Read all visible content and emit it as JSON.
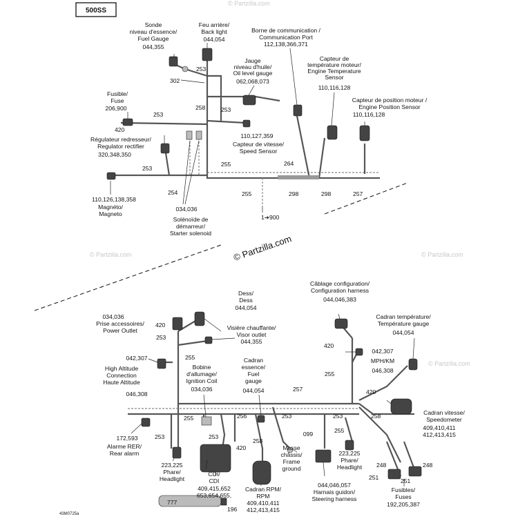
{
  "badge": "500SS",
  "image_code": "43M0725a",
  "watermark_center": "© Partzilla.com",
  "watermark_small": "© Partzilla.com",
  "top": {
    "sonde": [
      "Sonde",
      "niveau d'essence/",
      "Fuel Gauge",
      "044,355"
    ],
    "feu": [
      "Feu arrière/",
      "Back light",
      "044,054"
    ],
    "borne": [
      "Borne de communication /",
      "Communication Port",
      "112,138,366,371"
    ],
    "jauge": [
      "Jauge",
      "niveau d'huile/",
      "Oil level gauge",
      "062,068,073"
    ],
    "capteur_temp": [
      "Capteur de",
      "température moteur/",
      "Engine Temperature",
      "Sensor",
      "110,116,128"
    ],
    "fusible": [
      "Fusible/",
      "Fuse",
      "206,900"
    ],
    "capteur_pos": [
      "Capteur de position moteur /",
      "Engine Position Sensor",
      "110,116,128"
    ],
    "regulateur": [
      "Régulateur redresseur/",
      "Regulator rectifier",
      "320,348,350"
    ],
    "capteur_vit": [
      "110,127,359",
      "Capteur de vitesse/",
      "Speed Sensor"
    ],
    "magneto": [
      "110,126,138,358",
      "Magnéto/",
      "Magneto"
    ],
    "solenoide": [
      "034,036",
      "Solénoïde de",
      "démarreur/",
      "Starter solenoid"
    ],
    "ref": "1➔900",
    "nums": {
      "n302": "302",
      "n253a": "253",
      "n253b": "253",
      "n258": "258",
      "n253c": "253",
      "n420": "420",
      "n253d": "253",
      "n255a": "255",
      "n264": "264",
      "n254": "254",
      "n255b": "255",
      "n298a": "298",
      "n298b": "298",
      "n257": "257"
    }
  },
  "bottom": {
    "dess": [
      "Dess/",
      "Dess",
      "044,054"
    ],
    "cablage": [
      "Câblage configuration/",
      "Configuration harness",
      "044,046,383"
    ],
    "prise": [
      "034,036",
      "Prise accessoires/",
      "Power Outlet"
    ],
    "visiere": [
      "Visière chauffante/",
      "Visor outlet",
      "044,355"
    ],
    "cadran_temp": [
      "Cadran température/",
      "Température gauge",
      "044,054"
    ],
    "high_alt": [
      "042,307",
      "High Altitude",
      "Connection",
      "Haute Altitude"
    ],
    "bobine": [
      "Bobine",
      "d'allumage/",
      "Ignition Coil",
      "034,036"
    ],
    "cadran_ess": [
      "Cadran",
      "essence/",
      "Fuel",
      "gauge",
      "044,054"
    ],
    "mph": [
      "042,307",
      "MPH/KM",
      "046,308"
    ],
    "n046": "046,308",
    "cadran_vit": [
      "Cadran vitesse/",
      "Speedometer",
      "409,410,411",
      "412,413,415"
    ],
    "alarme": [
      "172,593",
      "Alarme RER/",
      "Rear alarm"
    ],
    "masse": [
      "099",
      "Masse",
      "châssis/",
      "Frame",
      "ground"
    ],
    "phare1": [
      "223,225",
      "Phare/",
      "Headlight"
    ],
    "phare2": [
      "223,225",
      "Phare/",
      "Headlight"
    ],
    "cdi": [
      "CDI/",
      "CDI",
      "409,415,652",
      "653,654,655,"
    ],
    "cadran_rpm": [
      "Cadran RPM/",
      "RPM",
      "409,410,411",
      "412,413,415"
    ],
    "harnais": [
      "044,046,057",
      "Harnais guidon/",
      "Steering harness"
    ],
    "fusibles": [
      "Fusibles/",
      "Fuses",
      "192,205,387"
    ],
    "nums": {
      "n420a": "420",
      "n253a": "253",
      "n255a": "255",
      "n420b": "420",
      "n255b": "255",
      "n257": "257",
      "n420c": "420",
      "n256": "256",
      "n253b": "253",
      "n255c": "255",
      "n253c": "253",
      "n258a": "258",
      "n253d": "253",
      "n253e": "253",
      "n420d": "420",
      "n258b": "258",
      "n255d": "255",
      "n248a": "248",
      "n248b": "248",
      "n251a": "251",
      "n251b": "251",
      "n777": "777",
      "n196": "196"
    }
  }
}
